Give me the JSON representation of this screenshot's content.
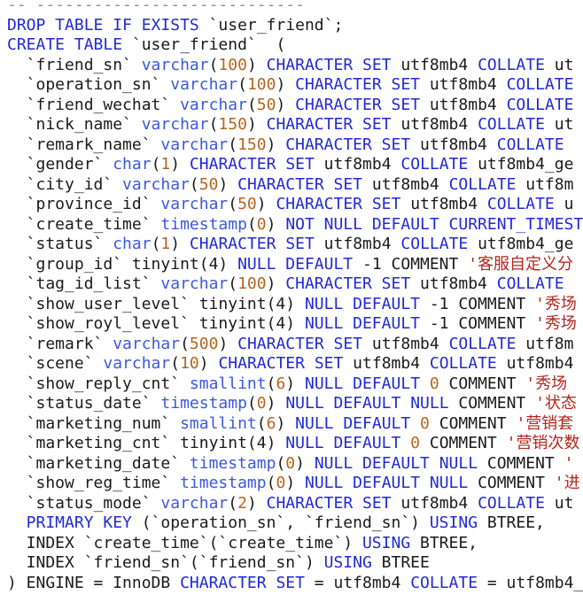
{
  "colors": {
    "keyword": "#1f2ad6",
    "function": "#3b58e0",
    "number": "#b5651d",
    "string": "#b3261e",
    "comment": "#8f8f8f",
    "text": "#1a1a1a",
    "background": "#ffffff"
  },
  "lines": [
    [
      [
        "cmt",
        "-- ----------------------------"
      ]
    ],
    [
      [
        "kw",
        "DROP TABLE IF EXISTS"
      ],
      [
        "txt",
        " `user_friend`;"
      ]
    ],
    [
      [
        "kw",
        "CREATE TABLE"
      ],
      [
        "txt",
        " `user_friend`  ("
      ]
    ],
    [
      [
        "txt",
        "  `friend_sn` "
      ],
      [
        "fn",
        "varchar"
      ],
      [
        "txt",
        "("
      ],
      [
        "num",
        "100"
      ],
      [
        "txt",
        ") "
      ],
      [
        "kw",
        "CHARACTER SET"
      ],
      [
        "txt",
        " utf8mb4 "
      ],
      [
        "kw",
        "COLLATE"
      ],
      [
        "txt",
        " ut"
      ]
    ],
    [
      [
        "txt",
        "  `operation_sn` "
      ],
      [
        "fn",
        "varchar"
      ],
      [
        "txt",
        "("
      ],
      [
        "num",
        "100"
      ],
      [
        "txt",
        ") "
      ],
      [
        "kw",
        "CHARACTER SET"
      ],
      [
        "txt",
        " utf8mb4 "
      ],
      [
        "kw",
        "COLLATE"
      ]
    ],
    [
      [
        "txt",
        "  `friend_wechat` "
      ],
      [
        "fn",
        "varchar"
      ],
      [
        "txt",
        "("
      ],
      [
        "num",
        "50"
      ],
      [
        "txt",
        ") "
      ],
      [
        "kw",
        "CHARACTER SET"
      ],
      [
        "txt",
        " utf8mb4 "
      ],
      [
        "kw",
        "COLLATE"
      ]
    ],
    [
      [
        "txt",
        "  `nick_name` "
      ],
      [
        "fn",
        "varchar"
      ],
      [
        "txt",
        "("
      ],
      [
        "num",
        "150"
      ],
      [
        "txt",
        ") "
      ],
      [
        "kw",
        "CHARACTER SET"
      ],
      [
        "txt",
        " utf8mb4 "
      ],
      [
        "kw",
        "COLLATE"
      ],
      [
        "txt",
        " ut"
      ]
    ],
    [
      [
        "txt",
        "  `remark_name` "
      ],
      [
        "fn",
        "varchar"
      ],
      [
        "txt",
        "("
      ],
      [
        "num",
        "150"
      ],
      [
        "txt",
        ") "
      ],
      [
        "kw",
        "CHARACTER SET"
      ],
      [
        "txt",
        " utf8mb4 "
      ],
      [
        "kw",
        "COLLATE"
      ]
    ],
    [
      [
        "txt",
        "  `gender` "
      ],
      [
        "fn",
        "char"
      ],
      [
        "txt",
        "("
      ],
      [
        "num",
        "1"
      ],
      [
        "txt",
        ") "
      ],
      [
        "kw",
        "CHARACTER SET"
      ],
      [
        "txt",
        " utf8mb4 "
      ],
      [
        "kw",
        "COLLATE"
      ],
      [
        "txt",
        " utf8mb4_ge"
      ]
    ],
    [
      [
        "txt",
        "  `city_id` "
      ],
      [
        "fn",
        "varchar"
      ],
      [
        "txt",
        "("
      ],
      [
        "num",
        "50"
      ],
      [
        "txt",
        ") "
      ],
      [
        "kw",
        "CHARACTER SET"
      ],
      [
        "txt",
        " utf8mb4 "
      ],
      [
        "kw",
        "COLLATE"
      ],
      [
        "txt",
        " utf8m"
      ]
    ],
    [
      [
        "txt",
        "  `province_id` "
      ],
      [
        "fn",
        "varchar"
      ],
      [
        "txt",
        "("
      ],
      [
        "num",
        "50"
      ],
      [
        "txt",
        ") "
      ],
      [
        "kw",
        "CHARACTER SET"
      ],
      [
        "txt",
        " utf8mb4 "
      ],
      [
        "kw",
        "COLLATE"
      ],
      [
        "txt",
        " u"
      ]
    ],
    [
      [
        "txt",
        "  `create_time` "
      ],
      [
        "fn",
        "timestamp"
      ],
      [
        "txt",
        "("
      ],
      [
        "num",
        "0"
      ],
      [
        "txt",
        ") "
      ],
      [
        "kw",
        "NOT NULL DEFAULT CURRENT_TIMEST"
      ]
    ],
    [
      [
        "txt",
        "  `status` "
      ],
      [
        "fn",
        "char"
      ],
      [
        "txt",
        "("
      ],
      [
        "num",
        "1"
      ],
      [
        "txt",
        ") "
      ],
      [
        "kw",
        "CHARACTER SET"
      ],
      [
        "txt",
        " utf8mb4 "
      ],
      [
        "kw",
        "COLLATE"
      ],
      [
        "txt",
        " utf8mb4_ge"
      ]
    ],
    [
      [
        "txt",
        "  `group_id` tinyint(4) "
      ],
      [
        "kw",
        "NULL DEFAULT"
      ],
      [
        "txt",
        " -1 COMMENT "
      ],
      [
        "str",
        "'客服自定义分"
      ]
    ],
    [
      [
        "txt",
        "  `tag_id_list` "
      ],
      [
        "fn",
        "varchar"
      ],
      [
        "txt",
        "("
      ],
      [
        "num",
        "100"
      ],
      [
        "txt",
        ") "
      ],
      [
        "kw",
        "CHARACTER SET"
      ],
      [
        "txt",
        " utf8mb4 "
      ],
      [
        "kw",
        "COLLATE"
      ]
    ],
    [
      [
        "txt",
        "  `show_user_level` tinyint(4) "
      ],
      [
        "kw",
        "NULL DEFAULT"
      ],
      [
        "txt",
        " -1 COMMENT "
      ],
      [
        "str",
        "'秀场"
      ]
    ],
    [
      [
        "txt",
        "  `show_royl_level` tinyint(4) "
      ],
      [
        "kw",
        "NULL DEFAULT"
      ],
      [
        "txt",
        " -1 COMMENT "
      ],
      [
        "str",
        "'秀场"
      ]
    ],
    [
      [
        "txt",
        "  `remark` "
      ],
      [
        "fn",
        "varchar"
      ],
      [
        "txt",
        "("
      ],
      [
        "num",
        "500"
      ],
      [
        "txt",
        ") "
      ],
      [
        "kw",
        "CHARACTER SET"
      ],
      [
        "txt",
        " utf8mb4 "
      ],
      [
        "kw",
        "COLLATE"
      ],
      [
        "txt",
        " utf8m"
      ]
    ],
    [
      [
        "txt",
        "  `scene` "
      ],
      [
        "fn",
        "varchar"
      ],
      [
        "txt",
        "("
      ],
      [
        "num",
        "10"
      ],
      [
        "txt",
        ") "
      ],
      [
        "kw",
        "CHARACTER SET"
      ],
      [
        "txt",
        " utf8mb4 "
      ],
      [
        "kw",
        "COLLATE"
      ],
      [
        "txt",
        " utf8mb4"
      ]
    ],
    [
      [
        "txt",
        "  `show_reply_cnt` "
      ],
      [
        "fn",
        "smallint"
      ],
      [
        "txt",
        "("
      ],
      [
        "num",
        "6"
      ],
      [
        "txt",
        ") "
      ],
      [
        "kw",
        "NULL DEFAULT"
      ],
      [
        "txt",
        " "
      ],
      [
        "num",
        "0"
      ],
      [
        "txt",
        " COMMENT "
      ],
      [
        "str",
        "'秀场"
      ]
    ],
    [
      [
        "txt",
        "  `status_date` "
      ],
      [
        "fn",
        "timestamp"
      ],
      [
        "txt",
        "("
      ],
      [
        "num",
        "0"
      ],
      [
        "txt",
        ") "
      ],
      [
        "kw",
        "NULL DEFAULT NULL"
      ],
      [
        "txt",
        " COMMENT "
      ],
      [
        "str",
        "'状态"
      ]
    ],
    [
      [
        "txt",
        "  `marketing_num` "
      ],
      [
        "fn",
        "smallint"
      ],
      [
        "txt",
        "("
      ],
      [
        "num",
        "6"
      ],
      [
        "txt",
        ") "
      ],
      [
        "kw",
        "NULL DEFAULT"
      ],
      [
        "txt",
        " "
      ],
      [
        "num",
        "0"
      ],
      [
        "txt",
        " COMMENT "
      ],
      [
        "str",
        "'营销套"
      ]
    ],
    [
      [
        "txt",
        "  `marketing_cnt` tinyint(4) "
      ],
      [
        "kw",
        "NULL DEFAULT"
      ],
      [
        "txt",
        " "
      ],
      [
        "num",
        "0"
      ],
      [
        "txt",
        " COMMENT "
      ],
      [
        "str",
        "'营销次数"
      ]
    ],
    [
      [
        "txt",
        "  `marketing_date` "
      ],
      [
        "fn",
        "timestamp"
      ],
      [
        "txt",
        "("
      ],
      [
        "num",
        "0"
      ],
      [
        "txt",
        ") "
      ],
      [
        "kw",
        "NULL DEFAULT NULL"
      ],
      [
        "txt",
        " COMMENT "
      ],
      [
        "str",
        "'"
      ]
    ],
    [
      [
        "txt",
        "  `show_reg_time` "
      ],
      [
        "fn",
        "timestamp"
      ],
      [
        "txt",
        "("
      ],
      [
        "num",
        "0"
      ],
      [
        "txt",
        ") "
      ],
      [
        "kw",
        "NULL DEFAULT NULL"
      ],
      [
        "txt",
        " COMMENT "
      ],
      [
        "str",
        "'进"
      ]
    ],
    [
      [
        "txt",
        "  `status_mode` "
      ],
      [
        "fn",
        "varchar"
      ],
      [
        "txt",
        "("
      ],
      [
        "num",
        "2"
      ],
      [
        "txt",
        ") "
      ],
      [
        "kw",
        "CHARACTER SET"
      ],
      [
        "txt",
        " utf8mb4 "
      ],
      [
        "kw",
        "COLLATE"
      ],
      [
        "txt",
        " ut"
      ]
    ],
    [
      [
        "kw",
        "  PRIMARY KEY"
      ],
      [
        "txt",
        " (`operation_sn`, `friend_sn`) "
      ],
      [
        "kw",
        "USING"
      ],
      [
        "txt",
        " BTREE,"
      ]
    ],
    [
      [
        "txt",
        "  INDEX `create_time`(`create_time`) "
      ],
      [
        "kw",
        "USING"
      ],
      [
        "txt",
        " BTREE,"
      ]
    ],
    [
      [
        "txt",
        "  INDEX `friend_sn`(`friend_sn`) "
      ],
      [
        "kw",
        "USING"
      ],
      [
        "txt",
        " BTREE"
      ]
    ],
    [
      [
        "txt",
        ") ENGINE = InnoDB "
      ],
      [
        "kw",
        "CHARACTER SET"
      ],
      [
        "txt",
        " = utf8mb4 "
      ],
      [
        "kw",
        "COLLATE"
      ],
      [
        "txt",
        " = utf8mb4_"
      ]
    ]
  ]
}
